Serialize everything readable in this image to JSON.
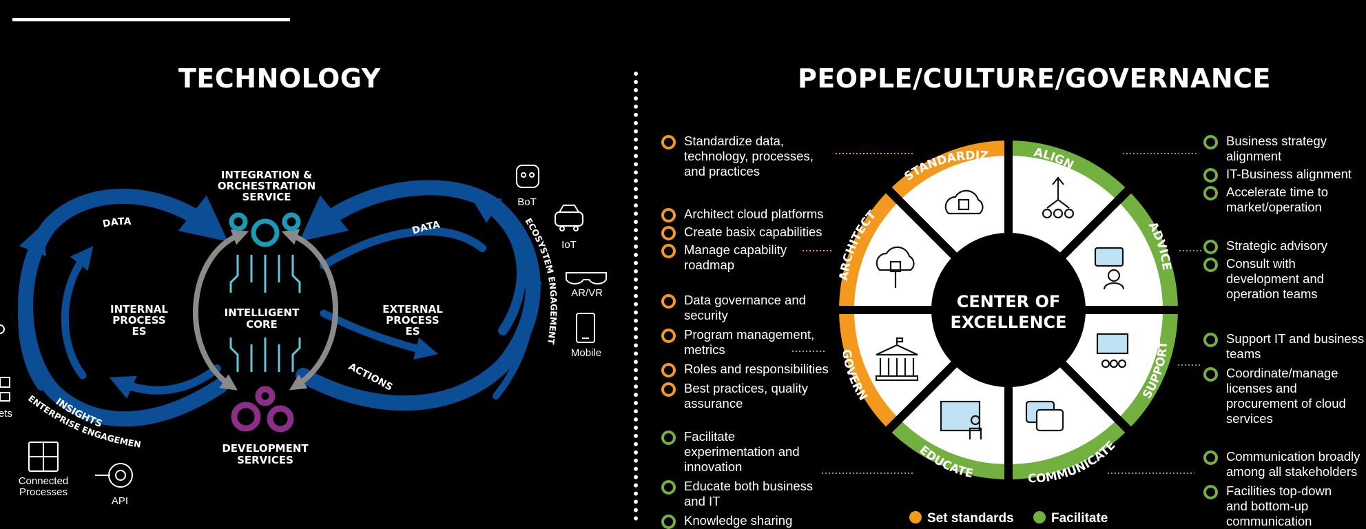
{
  "left_title": "TECHNOLOGY",
  "right_title": "PEOPLE/CULTURE/GOVERNANCE",
  "colors": {
    "orange": "#f39a1e",
    "green": "#72b13f",
    "blue": "#0b4e95",
    "teal": "#1c9bb6",
    "purple": "#8b2f86",
    "gray": "#8a8a8a"
  },
  "tech": {
    "integration": [
      "INTEGRATION &",
      "ORCHESTRATION",
      "SERVICE"
    ],
    "core": [
      "INTELLIGENT",
      "CORE"
    ],
    "development": [
      "DEVELOPMENT",
      "SERVICES"
    ],
    "internal": [
      "INTERNAL",
      "PROCESS",
      "ES"
    ],
    "external": [
      "EXTERNAL",
      "PROCESS",
      "ES"
    ],
    "data_left": "DATA",
    "data_right": "DATA",
    "insights": "INSIGHTS",
    "actions": "ACTIONS",
    "enterprise": "ENTERPRISE ENGAGEMENTS",
    "ecosystem": "ECOSYSTEM ENGAGEMENTS",
    "devices": {
      "bot": "BoT",
      "iot": "IoT",
      "arvr": "AR/VR",
      "mobile": "Mobile"
    },
    "bottom_left": {
      "assets": "ets",
      "connected": [
        "Connected",
        "Processes"
      ],
      "api": "API"
    }
  },
  "coe": {
    "center": [
      "CENTER OF",
      "EXCELLENCE"
    ],
    "segments": {
      "standardize": "STANDARDIZE",
      "align": "ALIGN",
      "advice": "ADVICE",
      "support": "SUPPORT",
      "communicate": "COMMUNICATE",
      "educate": "EDUCATE",
      "govern": "GOVERN",
      "architect": "ARCHITECT"
    },
    "icons": {
      "standardize": "cloud-chip-icon",
      "align": "hierarchy-arrow-icon",
      "advice": "advisor-chat-icon",
      "support": "team-presentation-icon",
      "communicate": "chat-bubbles-icon",
      "educate": "teacher-board-icon",
      "govern": "government-building-icon",
      "architect": "cloud-network-icon"
    }
  },
  "left_bullets": {
    "g1": [
      [
        "Standardize data,",
        "technology, processes,",
        "and practices"
      ]
    ],
    "g2": [
      [
        "Architect cloud platforms"
      ],
      [
        "Create basix capabilities"
      ],
      [
        "Manage capability",
        "roadmap"
      ]
    ],
    "g3": [
      [
        "Data governance and",
        "security"
      ],
      [
        "Program management,",
        "metrics"
      ],
      [
        "Roles and responsibilities"
      ],
      [
        "Best practices, quality",
        "assurance"
      ]
    ],
    "g4": [
      [
        "Facilitate",
        "experimentation and",
        "innovation"
      ],
      [
        "Educate both business",
        "and IT"
      ],
      [
        "Knowledge sharing"
      ]
    ]
  },
  "right_bullets": {
    "g1": [
      [
        "Business strategy",
        "alignment"
      ],
      [
        "IT-Business alignment"
      ],
      [
        "Accelerate time to",
        "market/operation"
      ]
    ],
    "g2": [
      [
        "Strategic advisory"
      ],
      [
        "Consult with",
        "development and",
        "operation teams"
      ]
    ],
    "g3": [
      [
        "Support IT and business",
        "teams"
      ],
      [
        "Coordinate/manage",
        "licenses and",
        "procurement of cloud",
        "services"
      ]
    ],
    "g4": [
      [
        "Communication broadly",
        "among all stakeholders"
      ],
      [
        "Facilities top-down",
        "and bottom-up",
        "communication"
      ]
    ]
  },
  "legend": {
    "set_standards": "Set standards",
    "facilitate": "Facilitate"
  }
}
